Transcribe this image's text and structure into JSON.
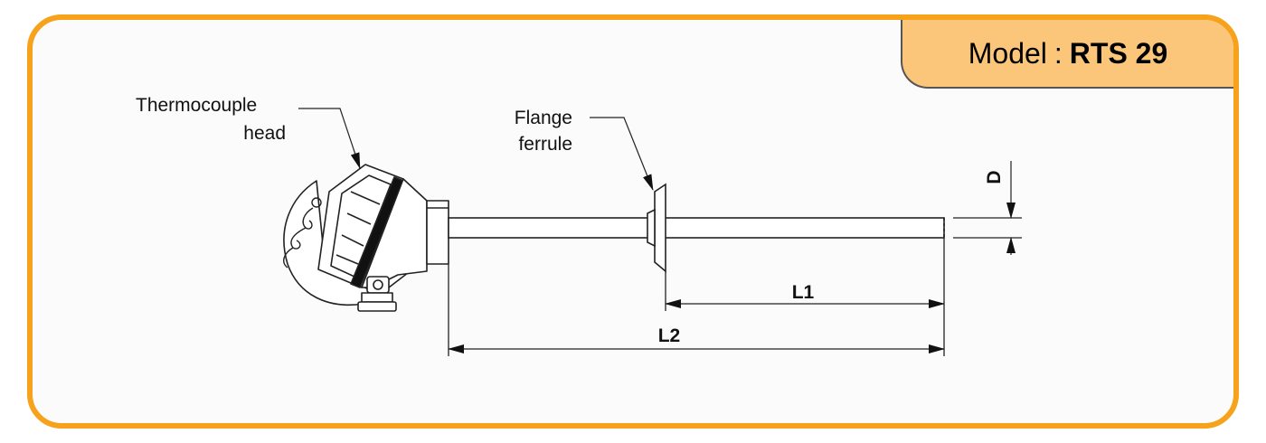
{
  "model": {
    "label": "Model",
    "separator": ":",
    "value": "RTS 29"
  },
  "callouts": {
    "head_line1": "Thermocouple",
    "head_line2": "head",
    "flange_line1": "Flange",
    "flange_line2": "ferrule"
  },
  "dimensions": {
    "l1": "L1",
    "l2": "L2",
    "d": "D"
  },
  "colors": {
    "border": "#f6a21b",
    "tab": "#fbc57a"
  }
}
